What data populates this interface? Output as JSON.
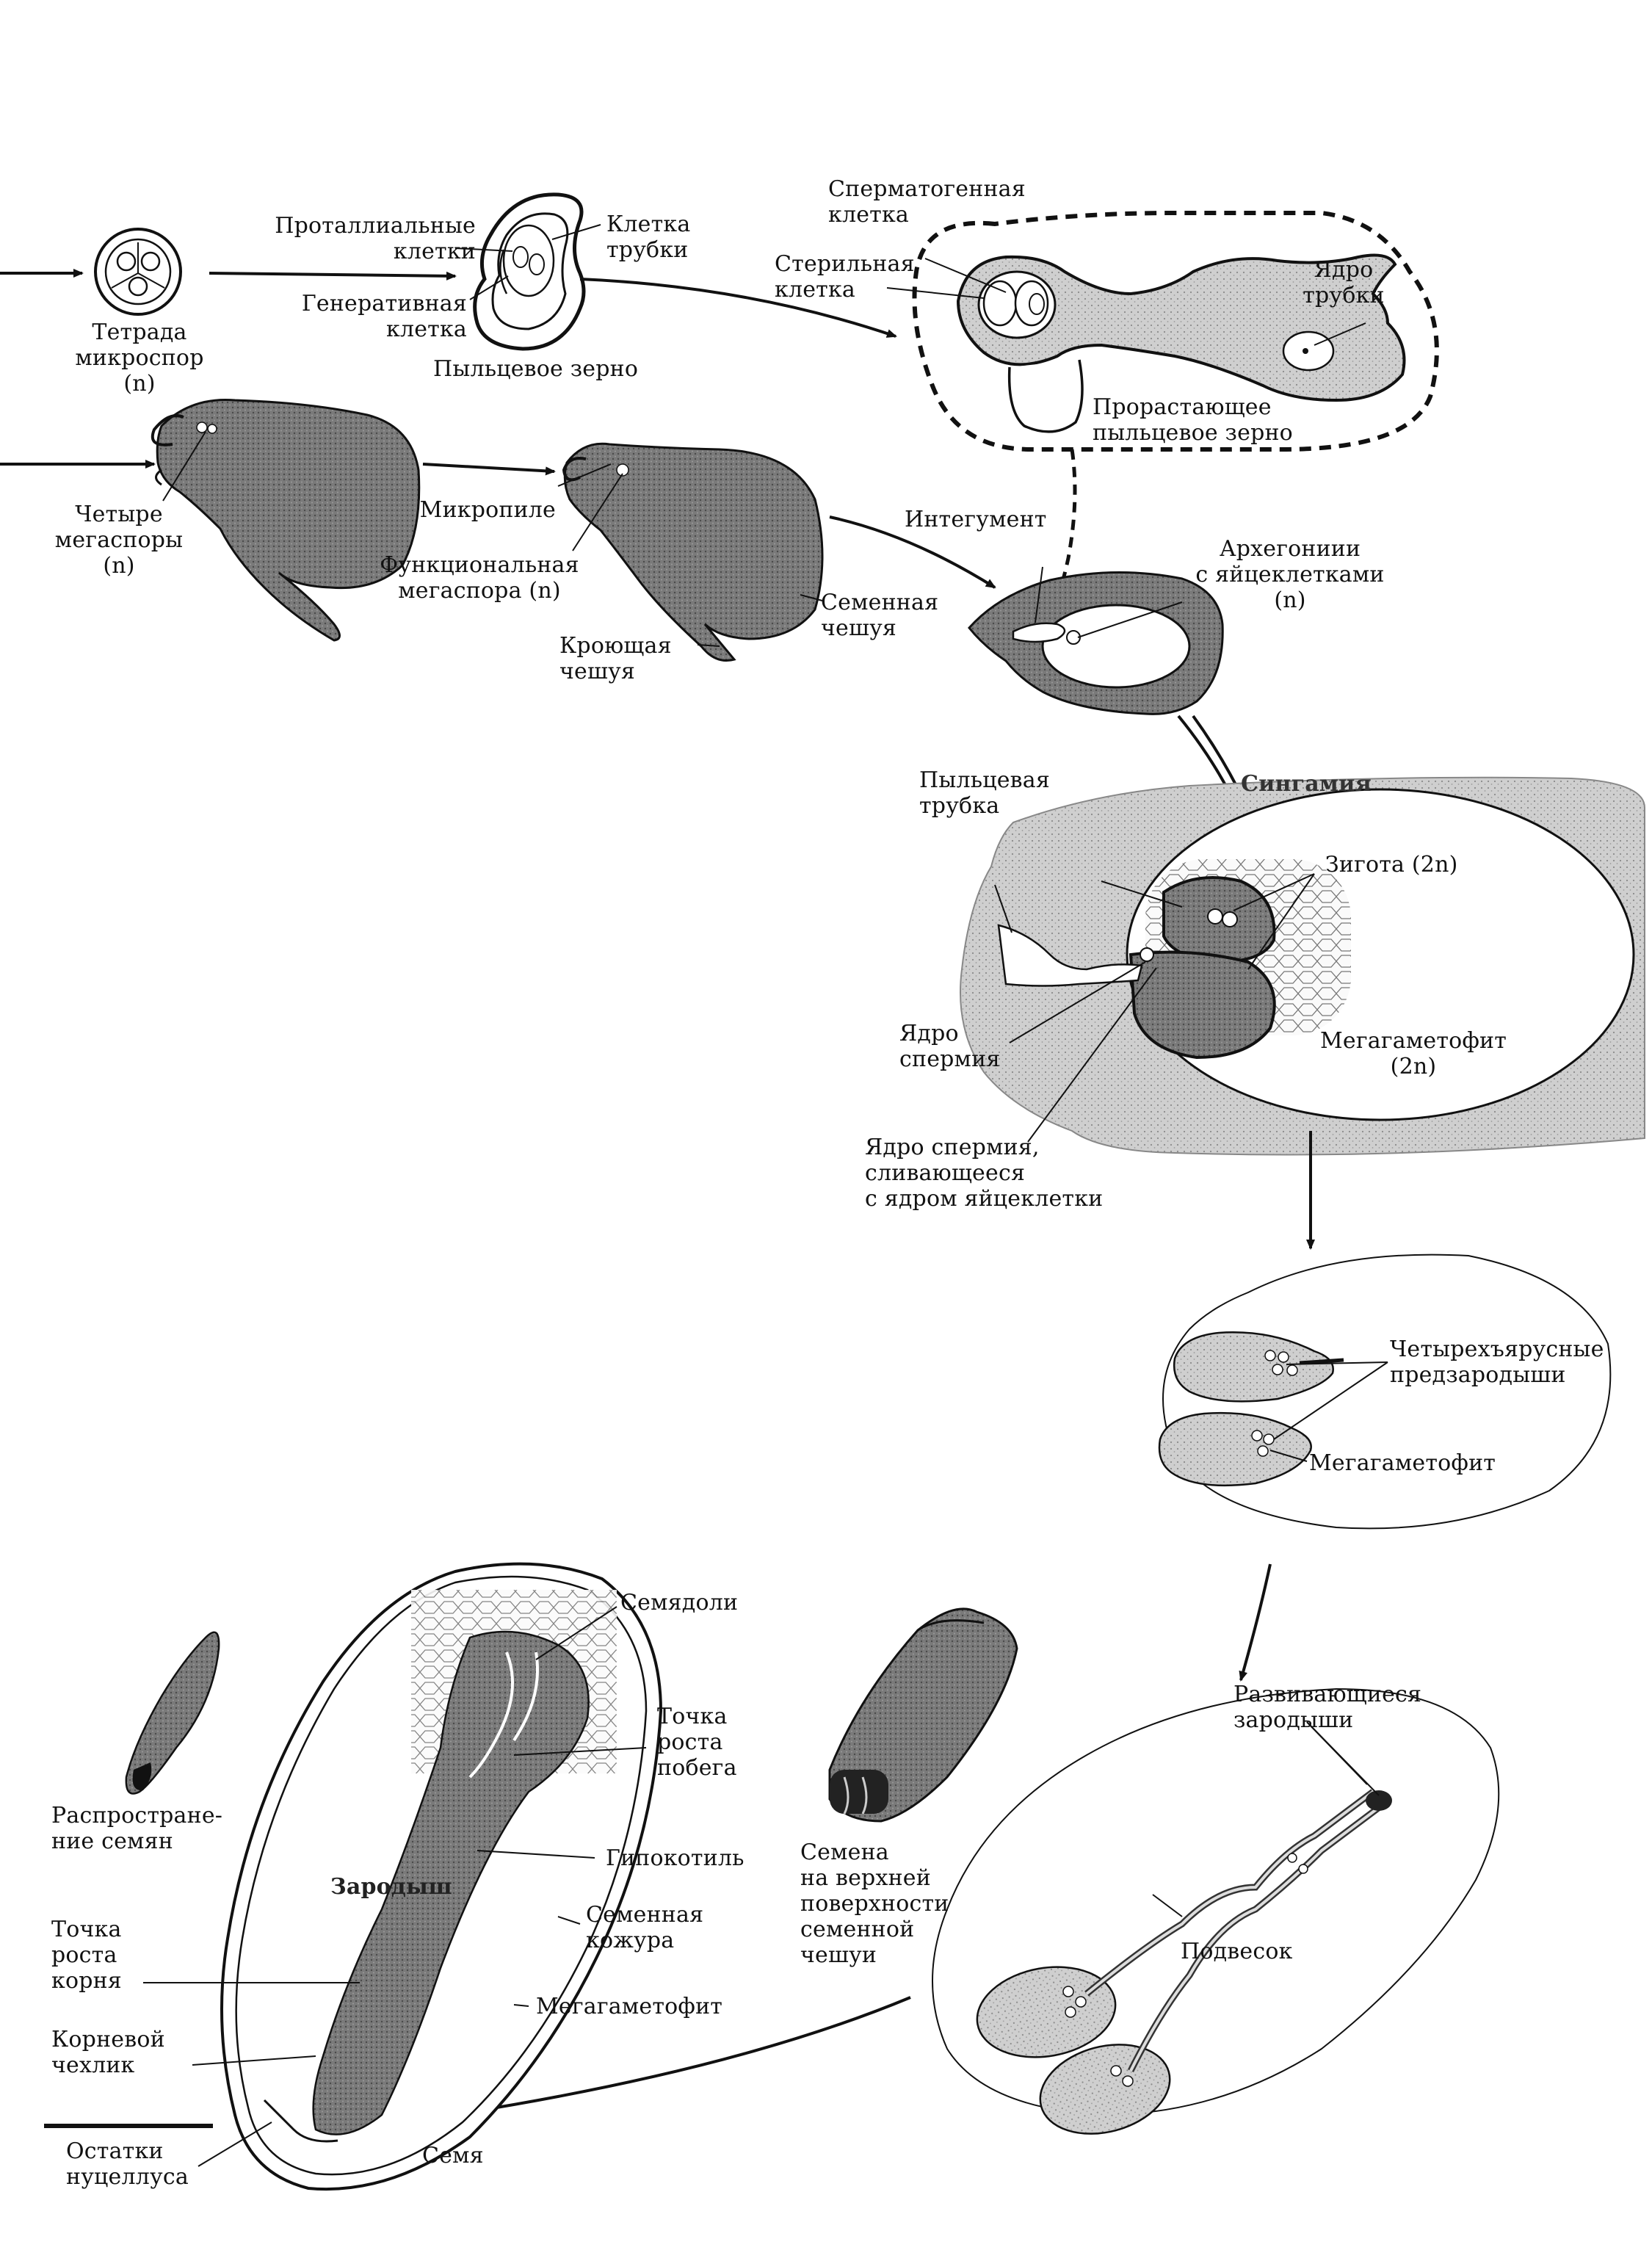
{
  "colors": {
    "ink": "#111111",
    "tissue_dark": "#6f6f6f",
    "tissue_mid": "#9a9a9a",
    "tissue_light": "#c9c9c9",
    "cell_fill": "#f4f4f4"
  },
  "labels": {
    "tetrad": "Тетрада\nмикроспор\n(n)",
    "prothallial": "Проталлиальные\nклетки",
    "tube_cell": "Клетка\nтрубки",
    "generative": "Генеративная\nклетка",
    "pollen_grain": "Пыльцевое зерно",
    "spermatogenous": "Сперматогенная\nклетка",
    "sterile": "Стерильная\nклетка",
    "tube_nucleus": "Ядро\nтрубки",
    "germinating_pollen": "Прорастающее\nпыльцевое зерно",
    "four_megaspores": "Четыре\nмегаспоры\n(n)",
    "micropyle": "Микропиле",
    "functional_megaspore": "Функциональная\nмегаспора (n)",
    "bract_scale": "Кроющая\nчешуя",
    "seed_scale": "Семенная\nчешуя",
    "integument": "Интегумент",
    "archegonia": "Архегониии\nс яйцеклетками\n(n)",
    "syngamy": "Сингамия",
    "pollen_tube": "Пыльцевая\nтрубка",
    "zygote": "Зигота (2n)",
    "sperm_nucleus": "Ядро\nспермия",
    "megagametophyte_2n": "Мегагаметофит\n(2n)",
    "sperm_fusing": "Ядро спермия,\nсливающееся\nс ядром яйцеклетки",
    "proembryos": "Четырехъярусные\nпредзародыши",
    "megagametophyte_a": "Мегагаметофит",
    "developing_embryos": "Развивающиеся\nзародыши",
    "suspensor": "Подвесок",
    "cotyledons": "Семядоли",
    "shoot_apex": "Точка\nроста\nпобега",
    "hypocotyl": "Гипокотиль",
    "embryo": "Зародыш",
    "seed_coat": "Семенная\nкожура",
    "megagametophyte_b": "Мегагаметофит",
    "root_apex": "Точка\nроста\nкорня",
    "root_cap": "Корневой\nчехлик",
    "nucellus_remains": "Остатки\nнуцеллуса",
    "seed": "Семя",
    "seed_dispersal": "Распростране-\nние семян",
    "seeds_on_scale": "Семена\nна верхней\nповерхности\nсеменной\nчешуи"
  }
}
